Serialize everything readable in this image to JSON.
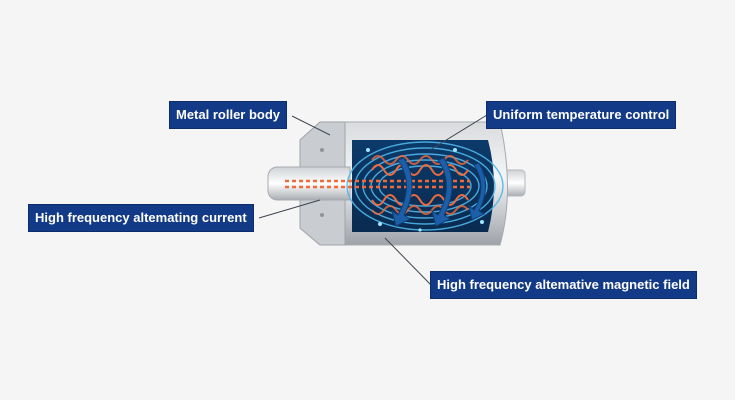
{
  "labels": {
    "metal_roller_body": "Metal roller body",
    "uniform_temperature_control": "Uniform temperature control",
    "high_frequency_alternating_current": "High frequency altemating current",
    "high_frequency_alternative_magnetic_field": "High frequency altemative magnetic field"
  },
  "colors": {
    "label_bg": "#123a86",
    "label_text": "#ffffff",
    "background": "#f5f5f5",
    "coil": "#e8643a",
    "field_lines": "#3aa9e0",
    "arrows": "#1c5fa8",
    "metal": "#b9bcc1"
  }
}
